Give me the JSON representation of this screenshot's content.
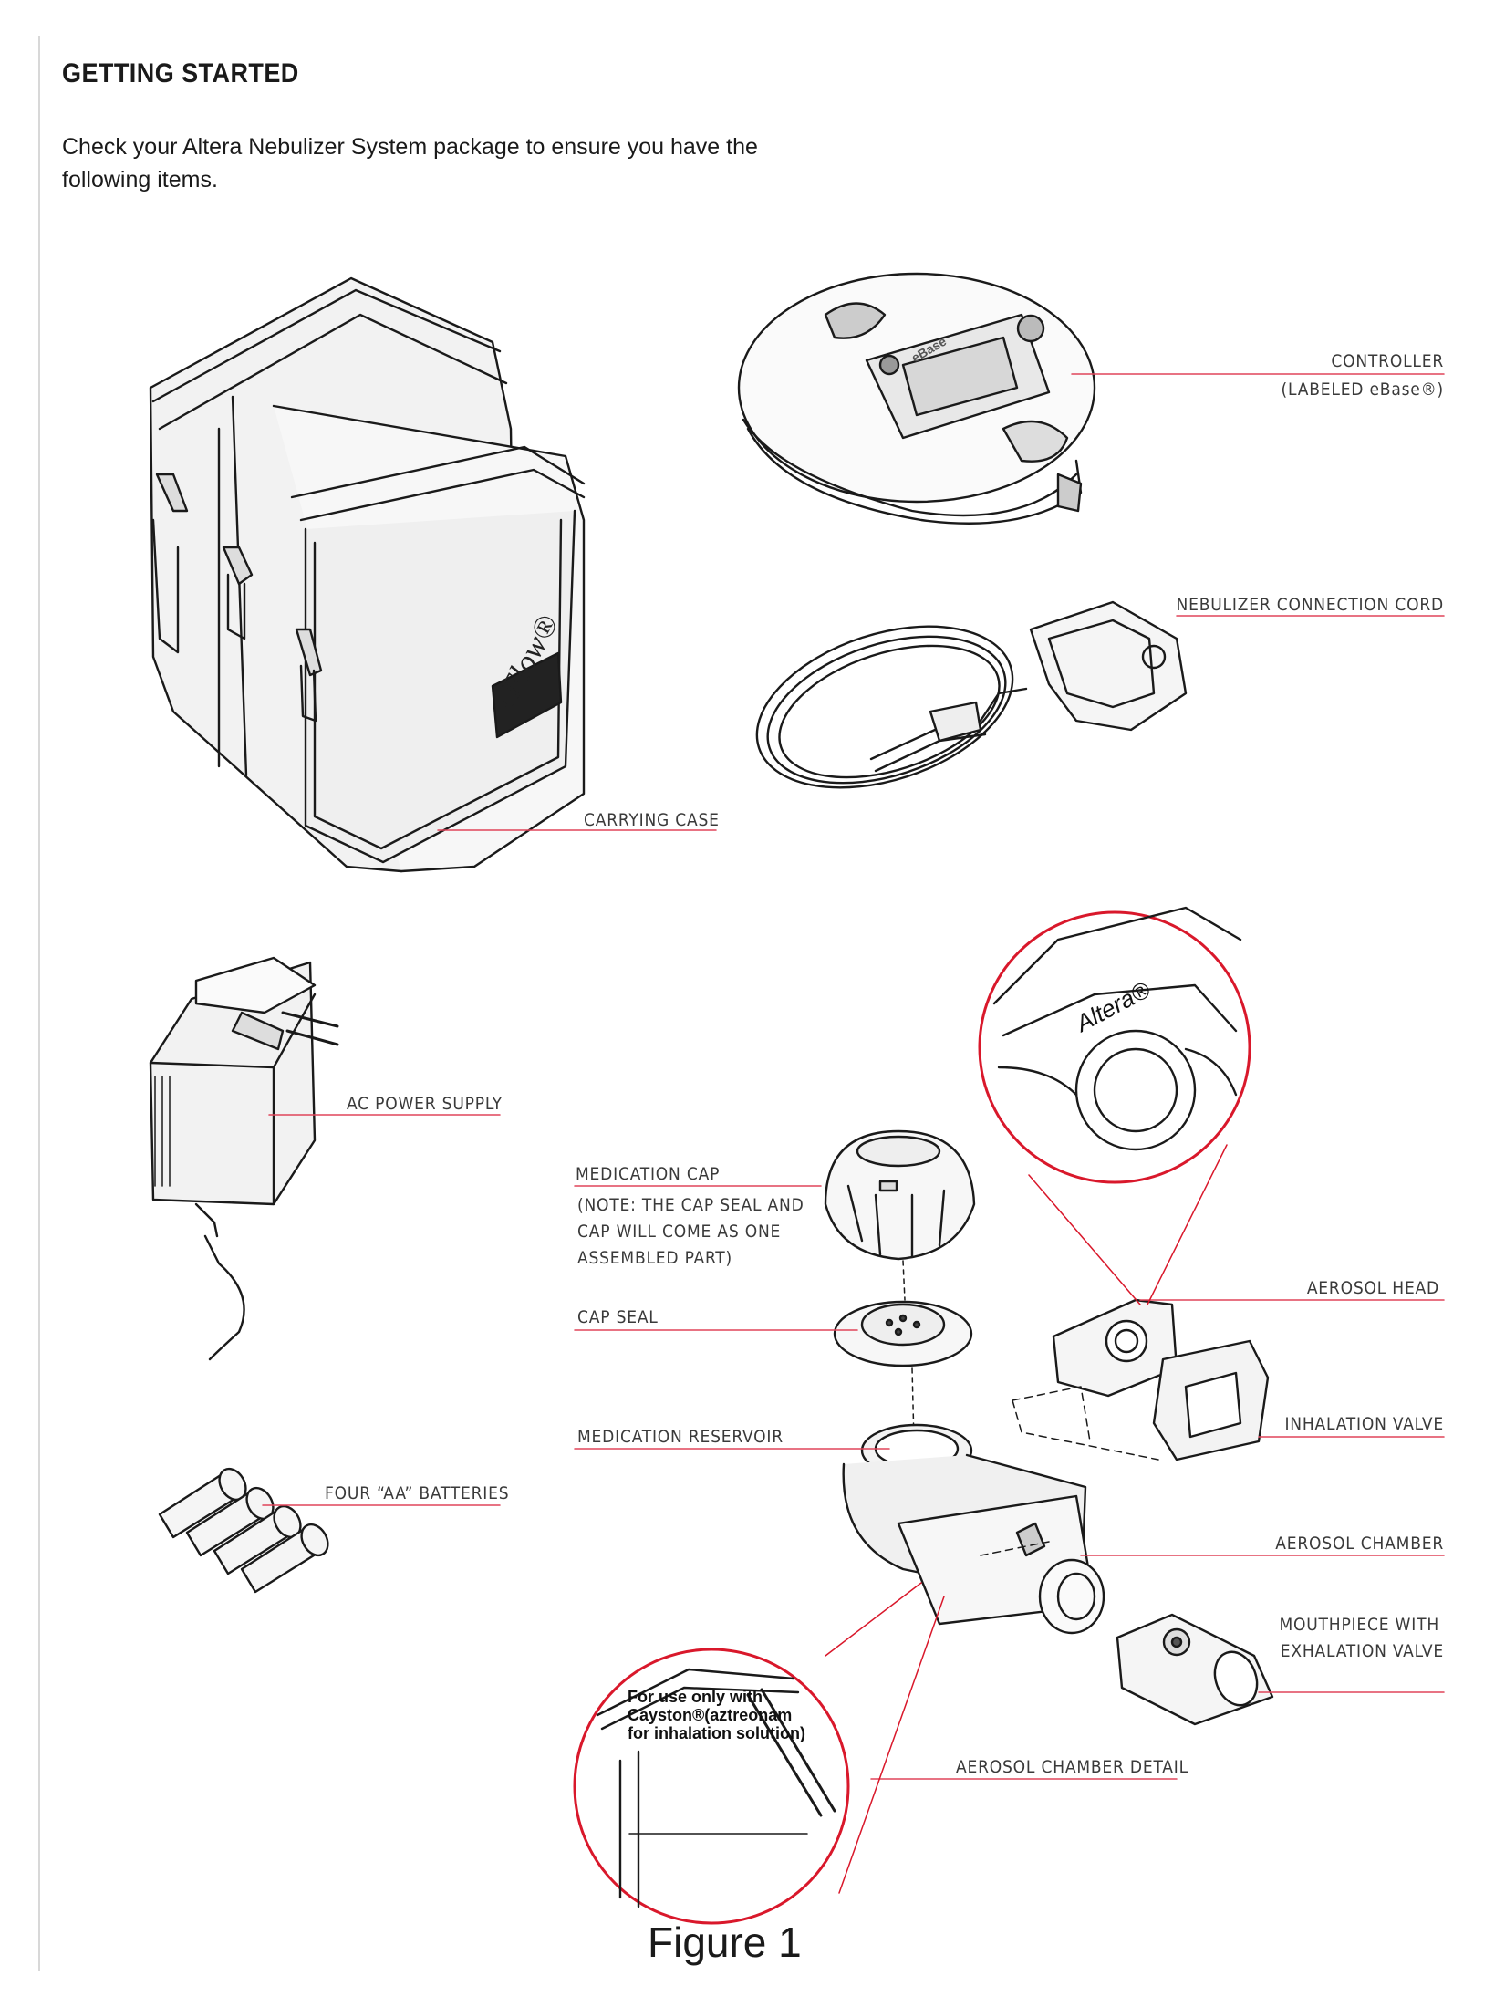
{
  "heading": "GETTING STARTED",
  "intro": "Check your Altera Nebulizer System package to ensure you have the following items.",
  "labels": {
    "controller": "CONTROLLER",
    "controller_sub": "(LABELED eBase®)",
    "nebulizer_cord": "NEBULIZER CONNECTION CORD",
    "carrying_case": "CARRYING CASE",
    "ac_power": "AC POWER SUPPLY",
    "medication_cap": "MEDICATION CAP",
    "medication_cap_note_1": "(NOTE: THE CAP SEAL AND",
    "medication_cap_note_2": "CAP WILL COME AS ONE",
    "medication_cap_note_3": "ASSEMBLED PART)",
    "cap_seal": "CAP SEAL",
    "medication_reservoir": "MEDICATION RESERVOIR",
    "batteries": "FOUR “AA” BATTERIES",
    "aerosol_head": "AEROSOL HEAD",
    "inhalation_valve": "INHALATION VALVE",
    "aerosol_chamber": "AEROSOL CHAMBER",
    "mouthpiece_1": "MOUTHPIECE WITH",
    "mouthpiece_2": "EXHALATION VALVE",
    "chamber_detail": "AEROSOL CHAMBER DETAIL"
  },
  "brand_marks": {
    "case_logo": "eFlow®",
    "controller_logo": "eBase",
    "head_logo": "Altera®"
  },
  "detail_text": {
    "line1": "For use only with",
    "line2": "Cayston®(aztreonam",
    "line3": "for inhalation solution)"
  },
  "figure_caption": "Figure 1",
  "colors": {
    "leader": "#e0455a",
    "circle": "#d9182b",
    "ink": "#1a1a1a"
  }
}
